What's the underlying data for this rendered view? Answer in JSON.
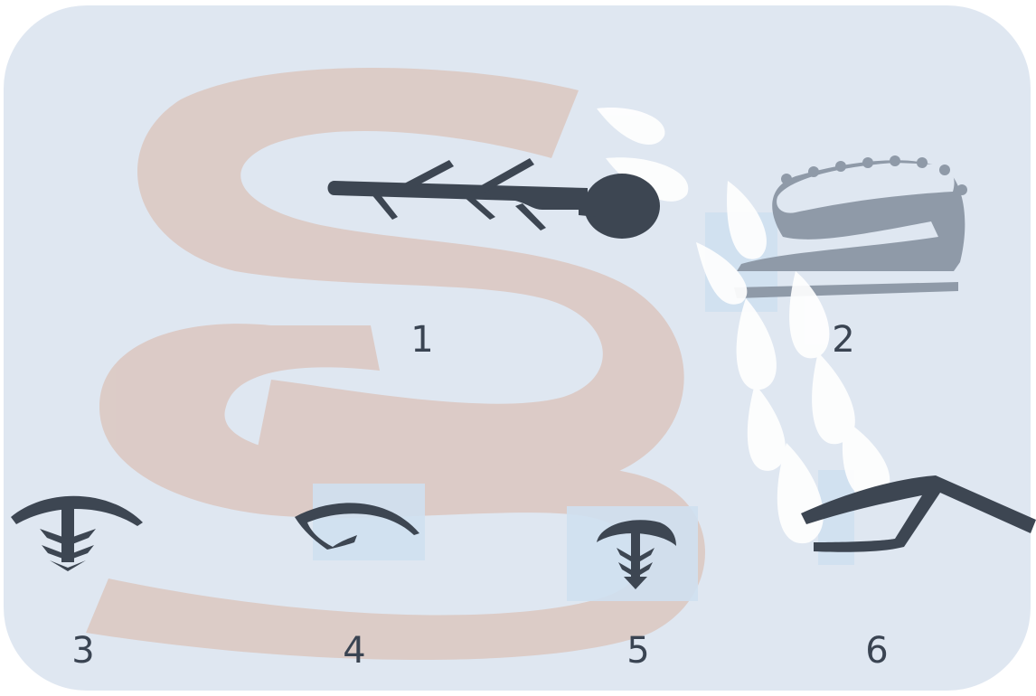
{
  "colors": {
    "background": "#dfe7f1",
    "seal_body": "#3d4652",
    "seal_profile_2": "#8f9aa8",
    "watermark_s": "#dcc7c0",
    "watermark_drops": "#ffffff",
    "label_text": "#3a4452"
  },
  "profiles": [
    {
      "number": "1",
      "icon": "branched-bulb-seal-profile"
    },
    {
      "number": "2",
      "icon": "toothed-loop-seal-profile"
    },
    {
      "number": "3",
      "icon": "arrow-fin-seal-profile"
    },
    {
      "number": "4",
      "icon": "lip-seal-profile"
    },
    {
      "number": "5",
      "icon": "mushroom-fin-seal-profile"
    },
    {
      "number": "6",
      "icon": "angle-lip-seal-profile"
    }
  ]
}
